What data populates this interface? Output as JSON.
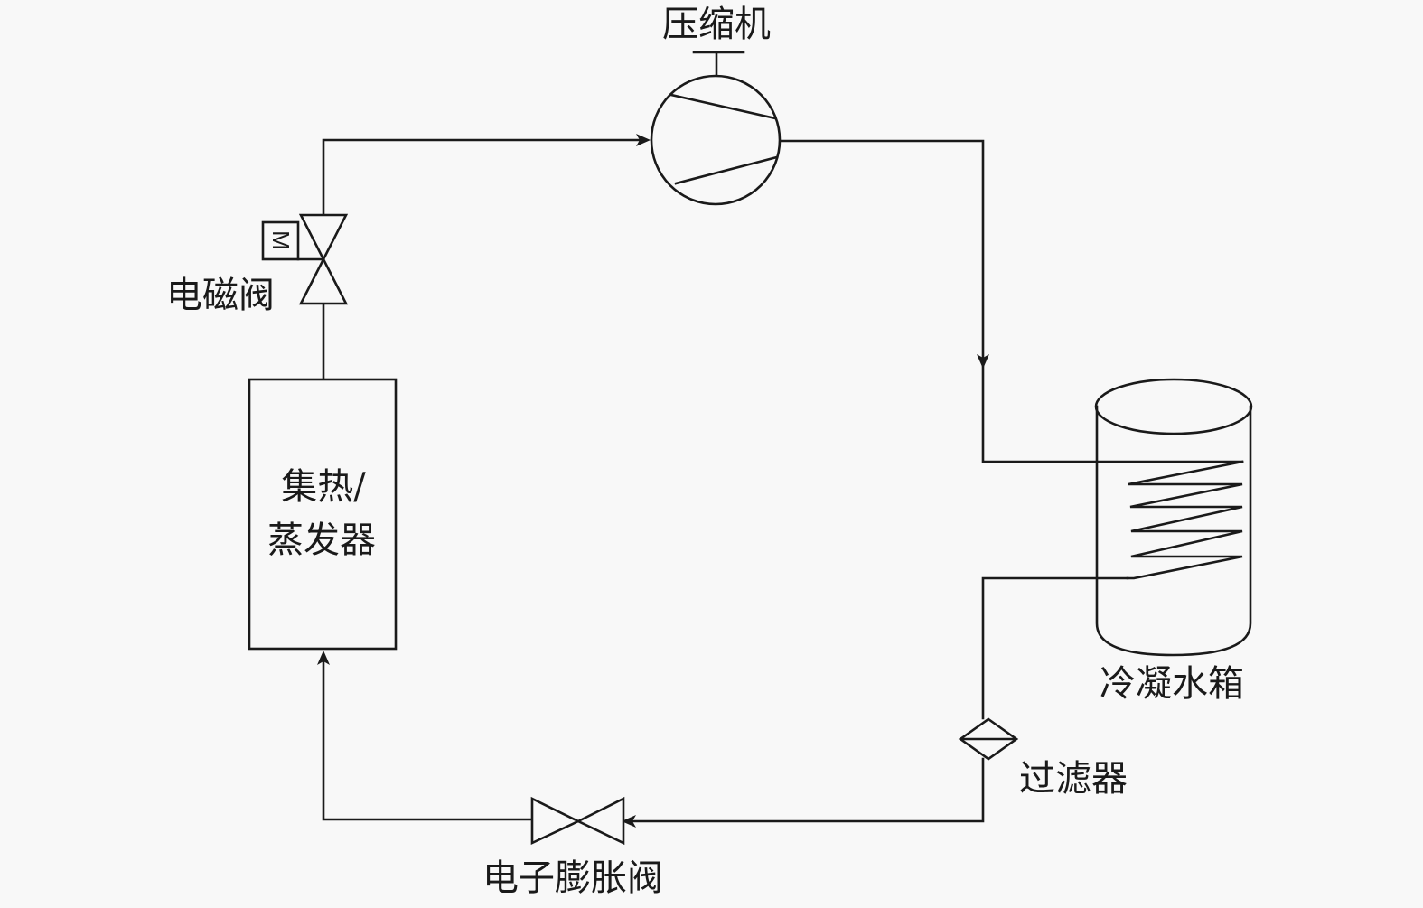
{
  "diagram": {
    "title": "",
    "type": "refrigeration-cycle-schematic",
    "components": {
      "compressor": {
        "label": "压缩机",
        "icon": "compressor-icon"
      },
      "solenoid_valve": {
        "label": "电磁阀",
        "icon": "solenoid-valve-icon",
        "actuator_mark": "M"
      },
      "evaporator": {
        "label_line1": "集热/",
        "label_line2": "蒸发器",
        "icon": "collector-evaporator-box"
      },
      "condenser_tank": {
        "label": "冷凝水箱",
        "icon": "water-tank-coil-icon"
      },
      "filter": {
        "label": "过滤器",
        "icon": "filter-icon"
      },
      "expansion_valve": {
        "label": "电子膨胀阀",
        "icon": "expansion-valve-icon"
      }
    },
    "flow_order": [
      "集热/蒸发器",
      "电磁阀",
      "压缩机",
      "冷凝水箱",
      "过滤器",
      "电子膨胀阀",
      "集热/蒸发器"
    ],
    "colors": {
      "line": "#1a1a1a",
      "background": "#f8f8f8"
    }
  }
}
